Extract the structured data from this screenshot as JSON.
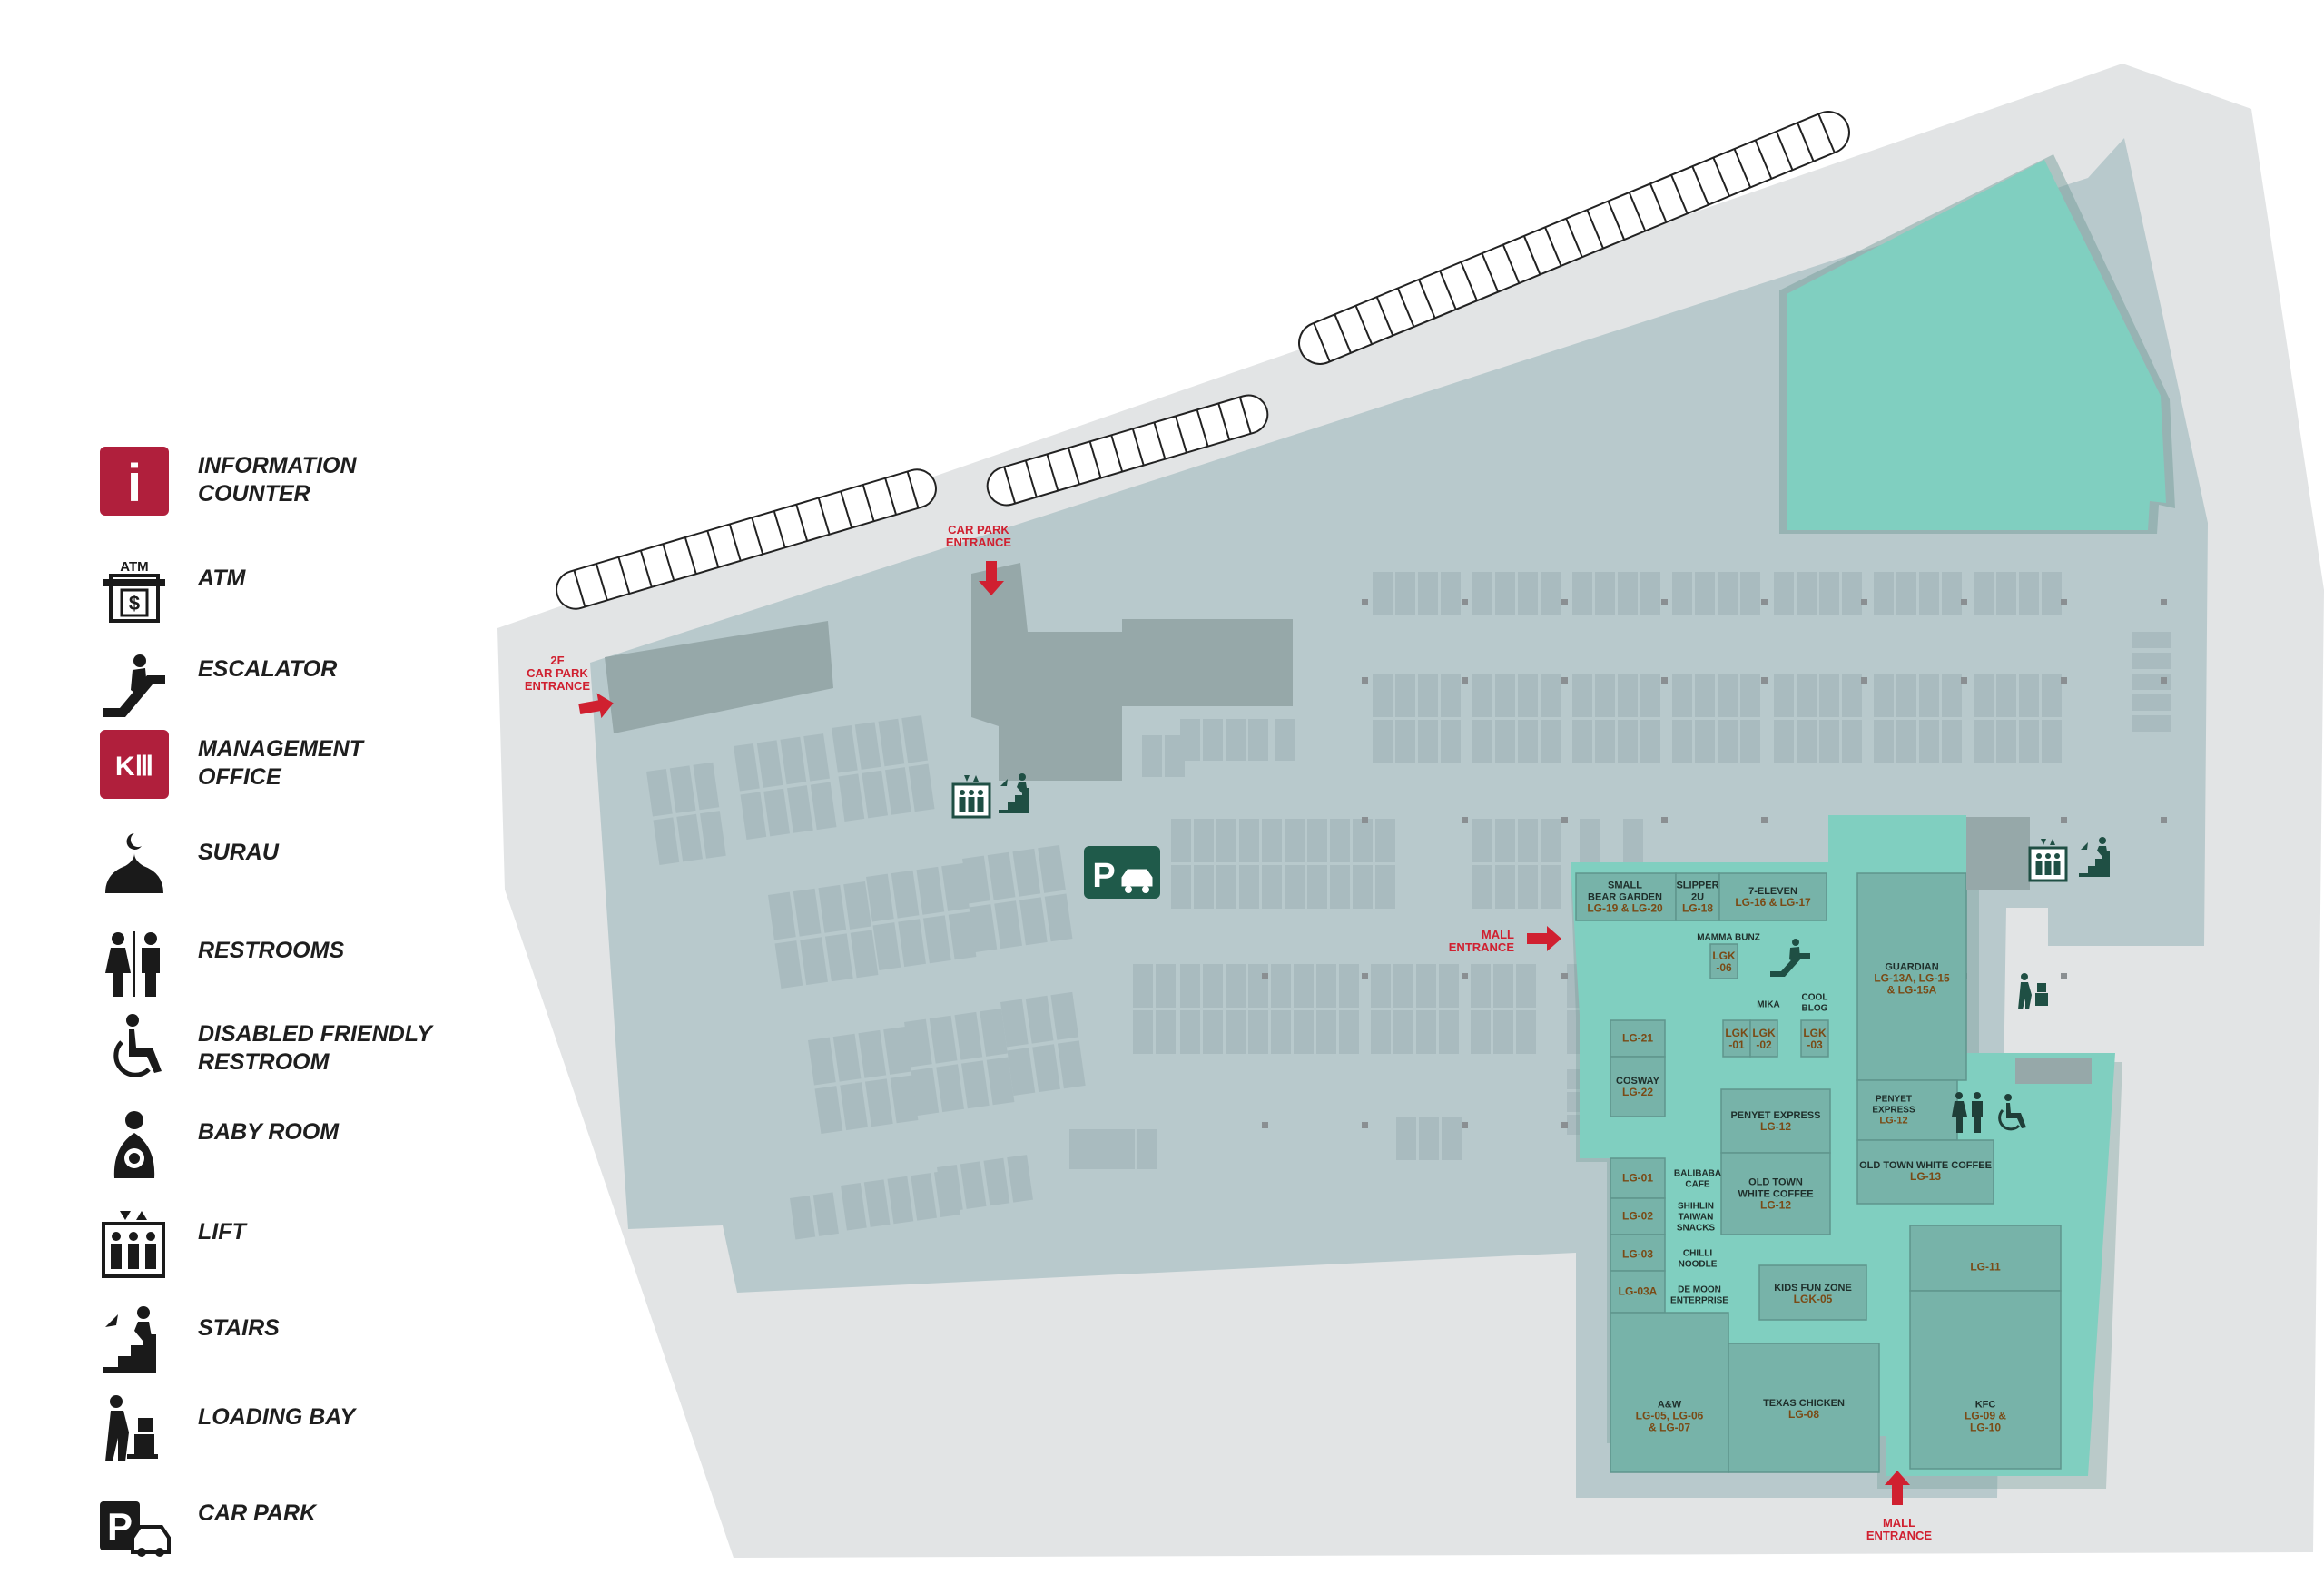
{
  "legend": [
    {
      "icon": "information-counter-icon",
      "label": "INFORMATION\n COUNTER"
    },
    {
      "icon": "atm-icon",
      "label": "ATM"
    },
    {
      "icon": "escalator-icon",
      "label": "ESCALATOR"
    },
    {
      "icon": "management-office-icon",
      "label": "MANAGEMENT\n OFFICE"
    },
    {
      "icon": "surau-icon",
      "label": "SURAU"
    },
    {
      "icon": "restrooms-icon",
      "label": "RESTROOMS"
    },
    {
      "icon": "disabled-restroom-icon",
      "label": "DISABLED FRIENDLY\nRESTROOM"
    },
    {
      "icon": "baby-room-icon",
      "label": "BABY ROOM"
    },
    {
      "icon": "lift-icon",
      "label": "LIFT"
    },
    {
      "icon": "stairs-icon",
      "label": "STAIRS"
    },
    {
      "icon": "loading-bay-icon",
      "label": "LOADING BAY"
    },
    {
      "icon": "car-park-icon",
      "label": "CAR PARK"
    }
  ],
  "legend_icon_texts": {
    "atm": "ATM",
    "management": "KⅢ",
    "info": "i",
    "parking": "P"
  },
  "entrances": {
    "second_floor_car_park": "2F\nCAR PARK\nENTRANCE",
    "car_park": "CAR PARK\nENTRANCE",
    "mall_west": "MALL\nENTRANCE",
    "mall_south": "MALL\nENTRANCE"
  },
  "stores": [
    {
      "name": "SMALL\nBEAR GARDEN",
      "unit": "LG-19 & LG-20"
    },
    {
      "name": "SLIPPER\n2U",
      "unit": "LG-18"
    },
    {
      "name": "7-ELEVEN",
      "unit": "LG-16 & LG-17"
    },
    {
      "name": "MAMMA BUNZ",
      "unit": ""
    },
    {
      "name": "",
      "unit": "LGK\n-06"
    },
    {
      "name": "GUARDIAN",
      "unit": "LG-13A, LG-15\n& LG-15A"
    },
    {
      "name": "MIKA",
      "unit": ""
    },
    {
      "name": "COOL\nBLOG",
      "unit": ""
    },
    {
      "name": "",
      "unit": "LGK\n-01"
    },
    {
      "name": "",
      "unit": "LGK\n-02"
    },
    {
      "name": "",
      "unit": "LGK\n-03"
    },
    {
      "name": "",
      "unit": "LG-21"
    },
    {
      "name": "COSWAY",
      "unit": "LG-22"
    },
    {
      "name": "PENYET EXPRESS",
      "unit": "LG-12"
    },
    {
      "name": "PENYET\nEXPRESS",
      "unit": "LG-12"
    },
    {
      "name": "OLD TOWN WHITE COFFEE",
      "unit": "LG-13"
    },
    {
      "name": "BALIBABA\nCAFE",
      "unit": ""
    },
    {
      "name": "OLD TOWN\nWHITE COFFEE",
      "unit": "LG-12"
    },
    {
      "name": "",
      "unit": "LG-01"
    },
    {
      "name": "",
      "unit": "LG-02"
    },
    {
      "name": "SHIHLIN\nTAIWAN\nSNACKS",
      "unit": ""
    },
    {
      "name": "CHILLI\nNOODLE",
      "unit": ""
    },
    {
      "name": "",
      "unit": "LG-03"
    },
    {
      "name": "",
      "unit": "LG-03A"
    },
    {
      "name": "DE MOON\nENTERPRISE",
      "unit": ""
    },
    {
      "name": "KIDS FUN ZONE",
      "unit": "LGK-05"
    },
    {
      "name": "",
      "unit": "LG-11"
    },
    {
      "name": "A&W",
      "unit": "LG-05, LG-06\n& LG-07"
    },
    {
      "name": "TEXAS CHICKEN",
      "unit": "LG-08"
    },
    {
      "name": "KFC",
      "unit": "LG-09 &\nLG-10"
    }
  ],
  "colors": {
    "store_fill": "#80cfc0",
    "store_dark": "#77b3a9",
    "parking_area": "#b8c9cc",
    "outer_ground": "#e2e4e5",
    "parking_bay": "#a9bbbf",
    "structure": "#96a8a9",
    "entrance_red": "#d02030",
    "legend_red": "#b01f3c",
    "parking_green": "#1f5a4a",
    "text_brown": "#7a4a15",
    "text_dark": "#1e2e2a"
  }
}
